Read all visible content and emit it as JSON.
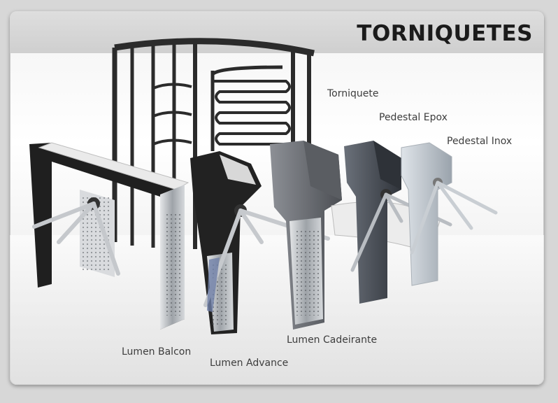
{
  "header": {
    "title": "TORNIQUETES"
  },
  "products": [
    {
      "id": "torniquete",
      "label": "Torniquete"
    },
    {
      "id": "pedestal-epox",
      "label": "Pedestal Epox"
    },
    {
      "id": "pedestal-inox",
      "label": "Pedestal Inox"
    },
    {
      "id": "lumen-balcon",
      "label": "Lumen Balcon"
    },
    {
      "id": "lumen-advance",
      "label": "Lumen Advance"
    },
    {
      "id": "lumen-cadeirante",
      "label": "Lumen Cadeirante"
    }
  ],
  "colors": {
    "frame": "#2a2a2a",
    "steel": "#b8bcc0",
    "epox": "#4a4f57",
    "inox": "#c6cdd4",
    "accent_blue": "#6f7fa8"
  }
}
